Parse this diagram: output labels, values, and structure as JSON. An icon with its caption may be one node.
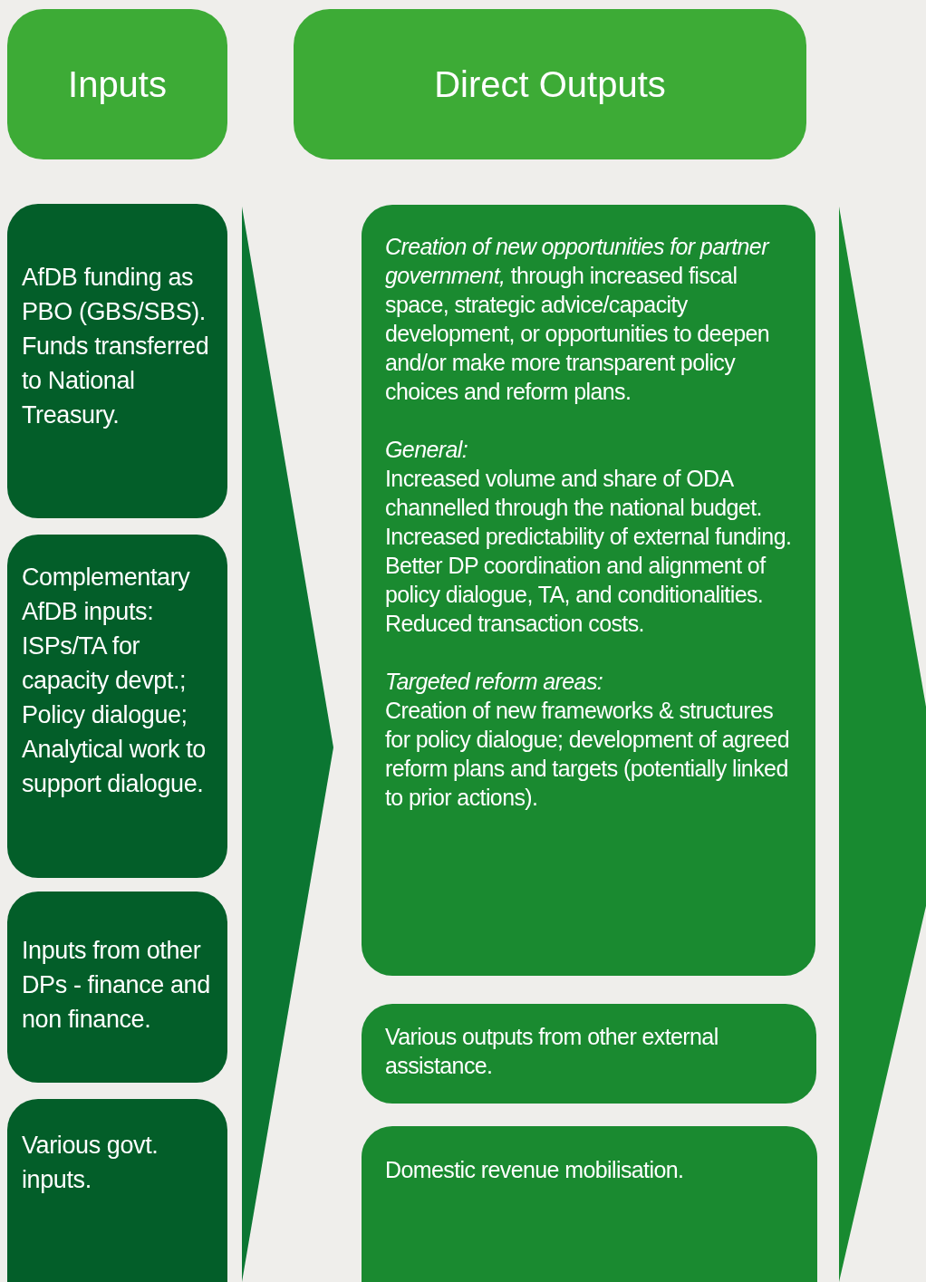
{
  "diagram": {
    "nodes": [
      {
        "text": [
          "Inputs"
        ]
      },
      {
        "text": [
          "Direct Outputs"
        ]
      },
      {
        "text": [
          "AfDB funding as PBO (GBS/SBS). Funds transferred to National Treasury."
        ]
      },
      {
        "text": [
          "Complementary AfDB inputs: ISPs/TA for capacity devpt.; Policy dialogue; Analytical work to support dialogue."
        ]
      },
      {
        "text": [
          "Inputs from other DPs - finance and non finance."
        ]
      },
      {
        "text": [
          "Various govt. inputs."
        ]
      },
      {
        "text": [
          "*Creation of new opportunities for partner government,* through increased fiscal space, strategic advice/capacity development, or opportunities to deepen and/or make more transparent policy choices and reform plans.",
          "General:",
          "Increased volume and share of ODA channelled through the national budget.",
          "Increased predictability of external funding.",
          "Better DP coordination and alignment of policy dialogue, TA, and conditionalities.",
          "Reduced transaction costs.",
          "Targeted reform areas:",
          "Creation of new frameworks & structures for policy dialogue; development of agreed reform plans and targets (potentially linked to prior actions)."
        ]
      },
      {
        "text": [
          "Various outputs from other external assistance."
        ]
      },
      {
        "text": [
          "Domestic revenue mobilisation."
        ]
      }
    ]
  }
}
